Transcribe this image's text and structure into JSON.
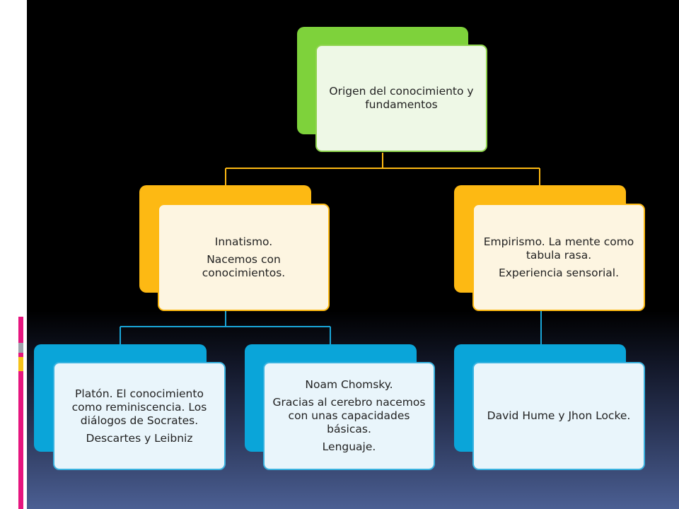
{
  "colors": {
    "green": "#7ed23b",
    "yellow": "#fdb913",
    "blue": "#0aa5d9",
    "card_root": "#eef8e6",
    "card_mid": "#fdf5e1",
    "card_leaf": "#e9f5fb",
    "card_border_root": "#8fd44e",
    "card_border_mid": "#fdb913",
    "card_border_leaf": "#3ab3e0",
    "line_top": "#fdb913",
    "line_bottom": "#1aa6d8",
    "accent_magenta": "#e6157e",
    "accent_gray": "#9ea4ad",
    "accent_yellow": "#f5c21a"
  },
  "nodes": {
    "root": {
      "lines": [
        "Origen del conocimiento y fundamentos"
      ]
    },
    "innatismo": {
      "lines": [
        "Innatismo.",
        "Nacemos con conocimientos."
      ]
    },
    "empirismo": {
      "lines": [
        "Empirismo. La mente como tabula rasa.",
        "Experiencia sensorial."
      ]
    },
    "platon": {
      "lines": [
        "Platón. El conocimiento como reminiscencia. Los diálogos de Socrates.",
        "Descartes y Leibniz"
      ]
    },
    "chomsky": {
      "lines": [
        "Noam Chomsky.",
        "Gracias al cerebro nacemos con unas capacidades básicas.",
        "Lenguaje."
      ]
    },
    "hume": {
      "lines": [
        "David Hume y Jhon Locke."
      ]
    }
  }
}
